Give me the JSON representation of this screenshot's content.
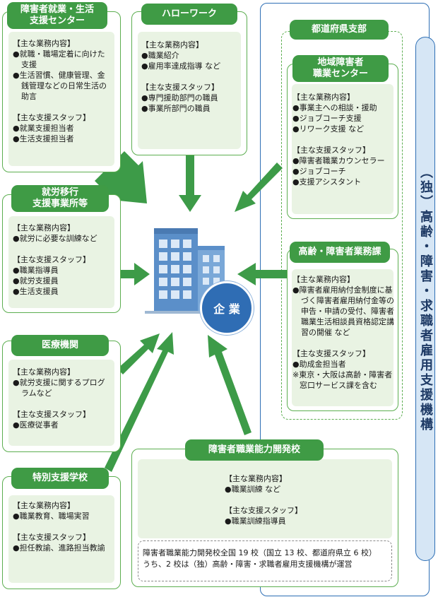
{
  "organization": {
    "name": "（独）高齢・障害・求職者雇用支援機構"
  },
  "prefecture_branch": {
    "title": "都道府県支部"
  },
  "center": {
    "label": "企 業"
  },
  "entities": {
    "employment_life_support_center": {
      "title": [
        "障害者就業・生活",
        "支援センター"
      ],
      "duties_heading": "【主な業務内容】",
      "duties": [
        "就職・職場定着に向けた支援",
        "生活習慣、健康管理、金銭管理などの日常生活の助言"
      ],
      "staff_heading": "【主な支援スタッフ】",
      "staff": [
        "就業支援担当者",
        "生活支援担当者"
      ]
    },
    "hello_work": {
      "title": [
        "ハローワーク"
      ],
      "duties_heading": "【主な業務内容】",
      "duties": [
        "職業紹介",
        "雇用率達成指導 など"
      ],
      "staff_heading": "【主な支援スタッフ】",
      "staff": [
        "専門援助部門の職員",
        "事業所部門の職員"
      ]
    },
    "transition_support_office": {
      "title": [
        "就労移行",
        "支援事業所等"
      ],
      "duties_heading": "【主な業務内容】",
      "duties": [
        "就労に必要な訓練など"
      ],
      "staff_heading": "【主な支援スタッフ】",
      "staff": [
        "職業指導員",
        "就労支援員",
        "生活支援員"
      ]
    },
    "medical_institution": {
      "title": [
        "医療機関"
      ],
      "duties_heading": "【主な業務内容】",
      "duties": [
        "就労支援に関するプログラムなど"
      ],
      "staff_heading": "【主な支援スタッフ】",
      "staff": [
        "医療従事者"
      ]
    },
    "special_support_school": {
      "title": [
        "特別支援学校"
      ],
      "duties_heading": "【主な業務内容】",
      "duties": [
        "職業教育、職場実習"
      ],
      "staff_heading": "【主な支援スタッフ】",
      "staff": [
        "担任教諭、進路担当教諭"
      ]
    },
    "regional_vocational_center": {
      "title": [
        "地域障害者",
        "職業センター"
      ],
      "duties_heading": "【主な業務内容】",
      "duties": [
        "事業主への相談・援助",
        "ジョブコーチ支援",
        "リワーク支援 など"
      ],
      "staff_heading": "【主な支援スタッフ】",
      "staff": [
        "障害者職業カウンセラー",
        "ジョブコーチ",
        "支援アシスタント"
      ]
    },
    "elderly_disabled_employment_division": {
      "title": [
        "高齢・障害者業務課"
      ],
      "duties_heading": "【主な業務内容】",
      "duties": [
        "障害者雇用納付金制度に基づく障害者雇用納付金等の申告・申請の受付、障害者職業生活相談員資格認定講習の開催 など"
      ],
      "staff_heading": "【主な支援スタッフ】",
      "staff": [
        "助成金担当者"
      ],
      "note": "東京・大阪は高齢・障害者窓口サービス課を含む"
    },
    "vocational_training_school": {
      "title": [
        "障害者職業能力開発校"
      ],
      "duties_heading": "【主な業務内容】",
      "duties": [
        "職業訓練 など"
      ],
      "staff_heading": "【主な支援スタッフ】",
      "staff": [
        "職業訓練指導員"
      ],
      "note": [
        "障害者職業能力開発校全国 19 校（国立 13 校、都道府県立 6 校）",
        "うち、2 校は（独）高齢・障害・求職者雇用支援機構が運営"
      ]
    }
  },
  "colors": {
    "green_dark": "#3f9b45",
    "green_light": "#e9f3e3",
    "arrow": "#3d9b48",
    "blue": "#2e6fb5",
    "building": "#5b8fc9",
    "badge": "#2f6db4"
  }
}
